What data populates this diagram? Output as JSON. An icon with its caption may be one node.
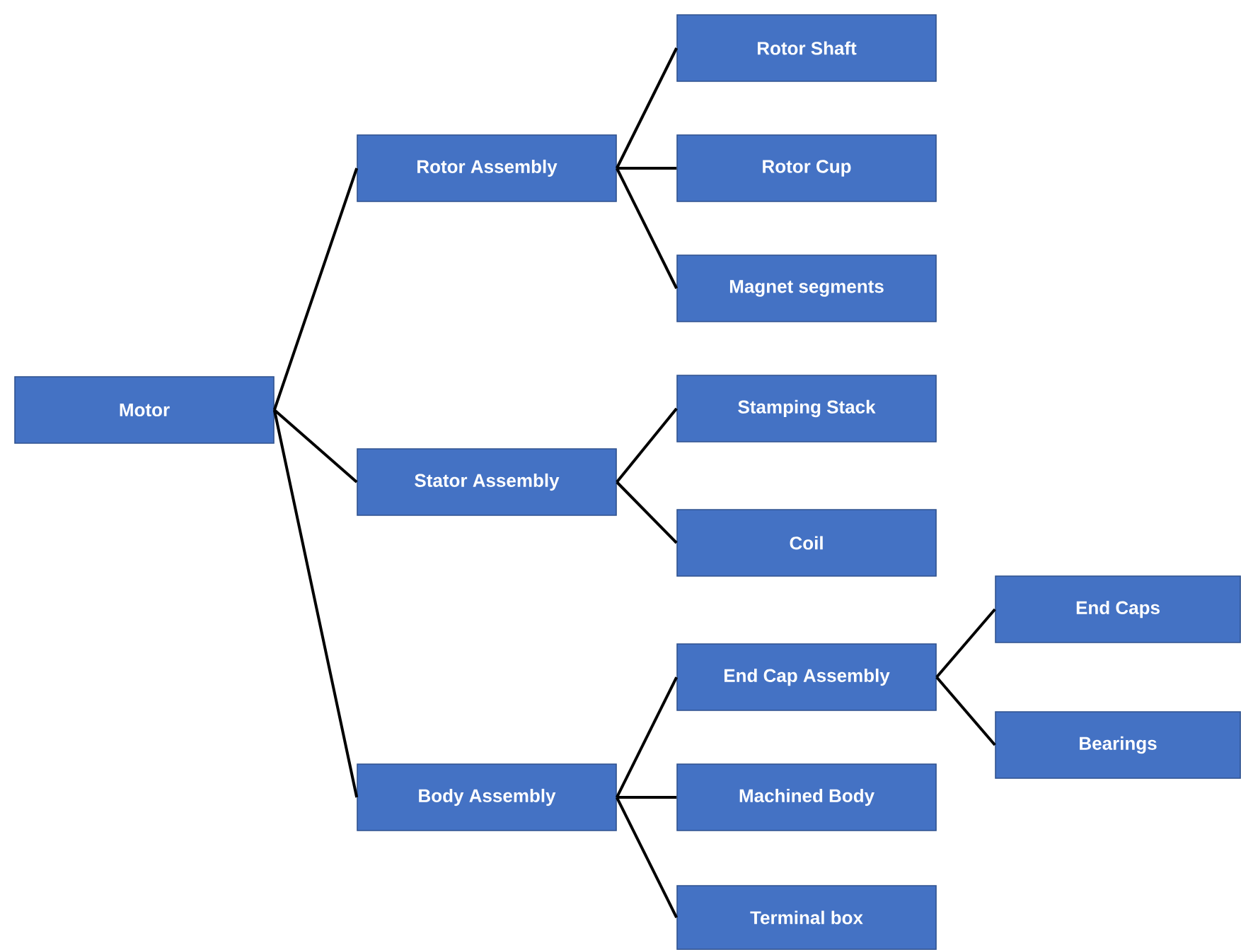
{
  "diagram": {
    "nodes": [
      {
        "text": [
          "Motor"
        ]
      },
      {
        "text": [
          "Rotor Assembly"
        ]
      },
      {
        "text": [
          "Stator Assembly"
        ]
      },
      {
        "text": [
          "Body Assembly"
        ]
      },
      {
        "text": [
          "Rotor Shaft"
        ]
      },
      {
        "text": [
          "Rotor Cup"
        ]
      },
      {
        "text": [
          "Magnet segments"
        ]
      },
      {
        "text": [
          "Stamping Stack"
        ]
      },
      {
        "text": [
          "Coil"
        ]
      },
      {
        "text": [
          "End Cap Assembly"
        ]
      },
      {
        "text": [
          "Machined Body"
        ]
      },
      {
        "text": [
          "Terminal box"
        ]
      },
      {
        "text": [
          "End Caps"
        ]
      },
      {
        "text": [
          "Bearings"
        ]
      }
    ],
    "edges": [
      {
        "from": 0,
        "to": 1,
        "arrow": "none"
      },
      {
        "from": 0,
        "to": 2,
        "arrow": "none"
      },
      {
        "from": 0,
        "to": 3,
        "arrow": "none"
      },
      {
        "from": 1,
        "to": 4,
        "arrow": "none"
      },
      {
        "from": 1,
        "to": 5,
        "arrow": "none"
      },
      {
        "from": 1,
        "to": 6,
        "arrow": "none"
      },
      {
        "from": 2,
        "to": 7,
        "arrow": "none"
      },
      {
        "from": 2,
        "to": 8,
        "arrow": "none"
      },
      {
        "from": 3,
        "to": 9,
        "arrow": "none"
      },
      {
        "from": 3,
        "to": 10,
        "arrow": "none"
      },
      {
        "from": 3,
        "to": 11,
        "arrow": "none"
      },
      {
        "from": 9,
        "to": 12,
        "arrow": "none"
      },
      {
        "from": 9,
        "to": 13,
        "arrow": "none"
      }
    ]
  }
}
